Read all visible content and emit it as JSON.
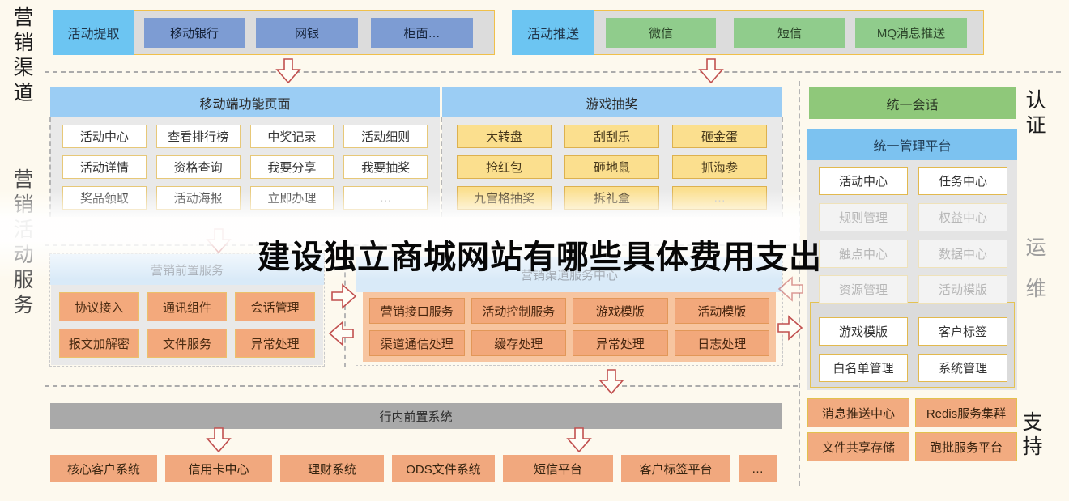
{
  "title_overlay": "建设独立商城网站有哪些具体费用支出",
  "side_labels": {
    "left_top": "营销渠道",
    "left_bottom": "营销活动服务",
    "right_auth": "认证",
    "right_ops": "运维",
    "right_support": "支持"
  },
  "extract": {
    "label": "活动提取",
    "channels": [
      "移动银行",
      "网银",
      "柜面…"
    ]
  },
  "push": {
    "label": "活动推送",
    "channels": [
      "微信",
      "短信",
      "MQ消息推送"
    ]
  },
  "mobile": {
    "title": "移动端功能页面",
    "rows": [
      [
        "活动中心",
        "查看排行榜",
        "中奖记录",
        "活动细则"
      ],
      [
        "活动详情",
        "资格查询",
        "我要分享",
        "我要抽奖"
      ],
      [
        "奖品领取",
        "活动海报",
        "立即办理",
        "…"
      ]
    ]
  },
  "game": {
    "title": "游戏抽奖",
    "rows": [
      [
        "大转盘",
        "刮刮乐",
        "砸金蛋"
      ],
      [
        "抢红包",
        "砸地鼠",
        "抓海参"
      ],
      [
        "九宫格抽奖",
        "拆礼盒",
        "…"
      ]
    ]
  },
  "front": {
    "title": "营销前置服务",
    "rows": [
      [
        "协议接入",
        "通讯组件",
        "会话管理"
      ],
      [
        "报文加解密",
        "文件服务",
        "异常处理"
      ]
    ]
  },
  "center": {
    "title": "营销渠道服务中心",
    "rows": [
      [
        "营销接口服务",
        "活动控制服务",
        "游戏模版",
        "活动模版"
      ],
      [
        "渠道通信处理",
        "缓存处理",
        "异常处理",
        "日志处理"
      ]
    ]
  },
  "bank": {
    "title": "行内前置系统",
    "systems": [
      "核心客户系统",
      "信用卡中心",
      "理财系统",
      "ODS文件系统",
      "短信平台",
      "客户标签平台",
      "…"
    ]
  },
  "mgmt": {
    "session": "统一会话",
    "platform": "统一管理平台",
    "active_top": [
      "活动中心",
      "任务中心"
    ],
    "faded": [
      [
        "规则管理",
        "权益中心"
      ],
      [
        "触点中心",
        "数据中心"
      ],
      [
        "资源管理",
        "活动模版"
      ]
    ],
    "active_bottom": [
      [
        "游戏模版",
        "客户标签"
      ],
      [
        "白名单管理",
        "系统管理"
      ]
    ],
    "infra": [
      [
        "消息推送中心",
        "Redis服务集群"
      ],
      [
        "文件共享存储",
        "跑批服务平台"
      ]
    ]
  },
  "colors": {
    "accent_blue": "#6cc5f2",
    "header_blue": "#9bcdf4",
    "pale_header_blue": "#d9eaf8",
    "channel_blue": "#7d9cd3",
    "green": "#90cc8c",
    "panel_green": "#8fc87a",
    "panel_blue": "#7cc2f0",
    "orange": "#f2a87c",
    "yellow": "#fbdf8e",
    "gray_bar": "#a9a9a9",
    "arrow_red": "#c1504f"
  }
}
